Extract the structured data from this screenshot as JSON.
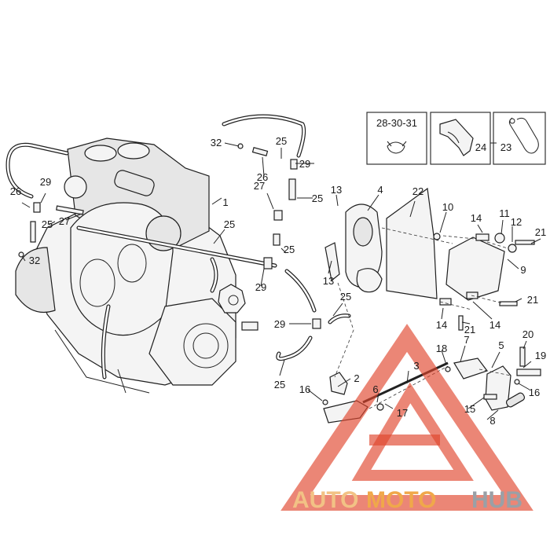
{
  "callouts": [
    {
      "id": "c1",
      "text": "1"
    },
    {
      "id": "c2",
      "text": "2"
    },
    {
      "id": "c3",
      "text": "3"
    },
    {
      "id": "c4",
      "text": "4"
    },
    {
      "id": "c5",
      "text": "5"
    },
    {
      "id": "c6",
      "text": "6"
    },
    {
      "id": "c7",
      "text": "7"
    },
    {
      "id": "c8",
      "text": "8"
    },
    {
      "id": "c9",
      "text": "9"
    },
    {
      "id": "c10",
      "text": "10"
    },
    {
      "id": "c11",
      "text": "11"
    },
    {
      "id": "c12",
      "text": "12"
    },
    {
      "id": "c13a",
      "text": "13"
    },
    {
      "id": "c13b",
      "text": "13"
    },
    {
      "id": "c14a",
      "text": "14"
    },
    {
      "id": "c14b",
      "text": "14"
    },
    {
      "id": "c14c",
      "text": "14"
    },
    {
      "id": "c15",
      "text": "15"
    },
    {
      "id": "c16a",
      "text": "16"
    },
    {
      "id": "c16b",
      "text": "16"
    },
    {
      "id": "c17",
      "text": "17"
    },
    {
      "id": "c18",
      "text": "18"
    },
    {
      "id": "c19",
      "text": "19"
    },
    {
      "id": "c20",
      "text": "20"
    },
    {
      "id": "c21a",
      "text": "21"
    },
    {
      "id": "c21b",
      "text": "21"
    },
    {
      "id": "c21c",
      "text": "21"
    },
    {
      "id": "c22",
      "text": "22"
    },
    {
      "id": "c23",
      "text": "23"
    },
    {
      "id": "c24",
      "text": "24"
    },
    {
      "id": "c25a",
      "text": "25"
    },
    {
      "id": "c25b",
      "text": "25"
    },
    {
      "id": "c25c",
      "text": "25"
    },
    {
      "id": "c25d",
      "text": "25"
    },
    {
      "id": "c25e",
      "text": "25"
    },
    {
      "id": "c25f",
      "text": "25"
    },
    {
      "id": "c25g",
      "text": "25"
    },
    {
      "id": "c26a",
      "text": "26"
    },
    {
      "id": "c26b",
      "text": "26"
    },
    {
      "id": "c27a",
      "text": "27"
    },
    {
      "id": "c27b",
      "text": "27"
    },
    {
      "id": "c29a",
      "text": "29"
    },
    {
      "id": "c29b",
      "text": "29"
    },
    {
      "id": "c29c",
      "text": "29"
    },
    {
      "id": "c29d",
      "text": "29"
    },
    {
      "id": "c32a",
      "text": "32"
    },
    {
      "id": "c32b",
      "text": "32"
    },
    {
      "id": "c283031",
      "text": "28-30-31"
    }
  ],
  "watermark": {
    "part1": "AUTO",
    "part2": "MOTO",
    "part3": "HUB",
    "triangle_color": "#e0452c",
    "logo_icon": "warning-triangle-logo-icon"
  },
  "colors": {
    "line": "#1e1e1e",
    "background": "#ffffff",
    "watermark_red": "#e0452c",
    "watermark_orange": "#f0a84a",
    "watermark_grey": "#9aa0a6"
  }
}
